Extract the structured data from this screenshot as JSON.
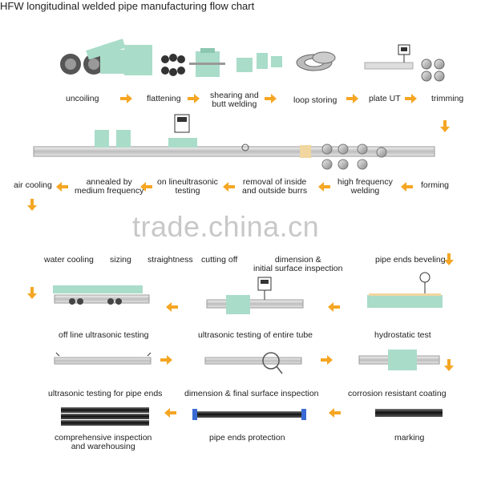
{
  "title": "HFW longitudinal welded pipe manufacturing flow chart",
  "watermark": "trade.china.cn",
  "colors": {
    "machine": "#a9dcc9",
    "arrow": "#f5a623",
    "pipe": "#d9d9d9",
    "pipe_dark": "#2b2b2b"
  },
  "row1": [
    "uncoiling",
    "flattening",
    "shearing and\nbutt welding",
    "loop storing",
    "plate UT",
    "trimming"
  ],
  "row2": [
    "air cooling",
    "annealed by\nmedium frequency",
    "on lineultrasonic\ntesting",
    "removal of inside\nand outside burrs",
    "high frequency\nwelding",
    "forming"
  ],
  "row3": [
    "water cooling",
    "sizing",
    "straightness",
    "cutting off",
    "dimension &\ninitial surface inspection",
    "pipe ends beveling"
  ],
  "row4": [
    "off line ultrasonic testing",
    "ultrasonic testing of entire tube",
    "hydrostatic test"
  ],
  "row5": [
    "ultrasonic testing for pipe ends",
    "dimension & final surface inspection",
    "corrosion resistant coating"
  ],
  "row6": [
    "comprehensive inspection\nand warehousing",
    "pipe ends protection",
    "marking"
  ]
}
